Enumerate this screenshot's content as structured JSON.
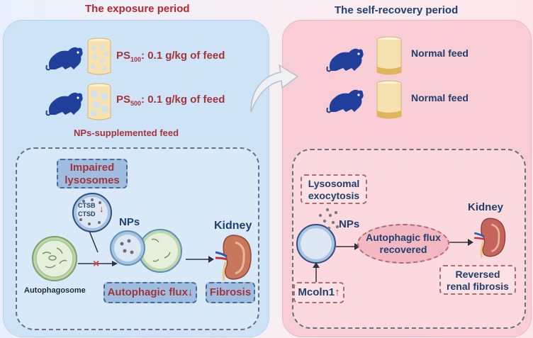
{
  "left": {
    "title": "The exposure period",
    "ps100": {
      "prefix": "PS",
      "sub": "100",
      "suffix": ": 0.1 g/kg of feed"
    },
    "ps500": {
      "prefix": "PS",
      "sub": "500",
      "suffix": ": 0.1 g/kg of feed"
    },
    "feed_caption": "NPs-supplemented feed",
    "impaired_line1": "Impaired",
    "impaired_line2": "lysosomes",
    "ctsb": "CTSB",
    "ctsd": "CTSD",
    "nps": "NPs",
    "kidney": "Kidney",
    "autophagosome": "Autophagosome",
    "autophagic_flux": "Autophagic flux",
    "fibrosis": "Fibrosis",
    "down_arrow": "↓"
  },
  "right": {
    "title": "The self-recovery period",
    "normal_feed_1": "Normal feed",
    "normal_feed_2": "Normal feed",
    "lysosomal_line1": "Lysosomal",
    "lysosomal_line2": "exocytosis",
    "nps": "NPs",
    "autophagic_line1": "Autophagic flux",
    "autophagic_line2": "recovered",
    "kidney": "Kidney",
    "reversed_line1": "Reversed",
    "reversed_line2": "renal fibrosis",
    "mcoln1": "Mcoln1",
    "up_arrow": "↑"
  },
  "colors": {
    "left_panel": "#cfe3f6",
    "right_panel": "#f9cdd5",
    "mouse": "#1f3f9a",
    "cup": "#f5e2b0",
    "title_red": "#b8262e",
    "title_blue": "#1f3f6e"
  }
}
